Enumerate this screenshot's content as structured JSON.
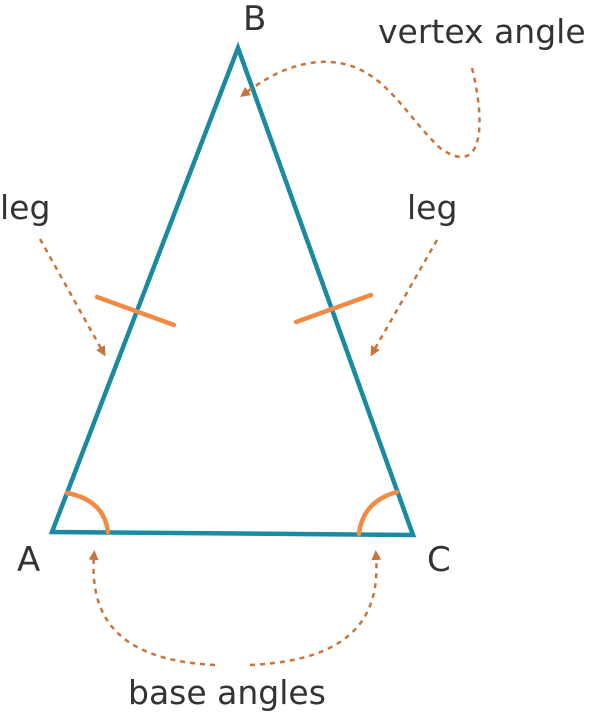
{
  "labels": {
    "vertex_b": "B",
    "vertex_a": "A",
    "vertex_c": "C",
    "vertex_angle": "vertex angle",
    "leg_left": "leg",
    "leg_right": "leg",
    "base_angles": "base angles"
  },
  "colors": {
    "triangle": "#1a8aa0",
    "marks": "#f08a45",
    "arrows": "#c9743a",
    "text": "#333333"
  }
}
